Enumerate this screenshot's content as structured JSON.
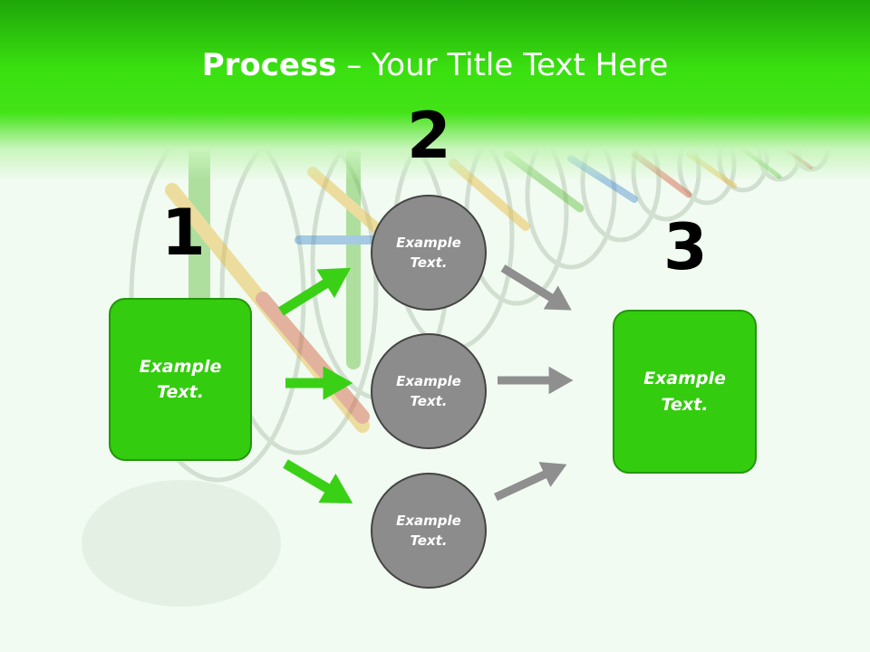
{
  "title": {
    "bold": "Process",
    "rest": " – Your Title Text Here"
  },
  "steps": {
    "one": "1",
    "two": "2",
    "three": "3"
  },
  "left_box": {
    "line1": "Example",
    "line2": "Text."
  },
  "circles": [
    {
      "line1": "Example",
      "line2": "Text."
    },
    {
      "line1": "Example",
      "line2": "Text."
    },
    {
      "line1": "Example",
      "line2": "Text."
    }
  ],
  "right_box": {
    "line1": "Example",
    "line2": "Text."
  },
  "colors": {
    "green": "#33cc0e",
    "gray": "#8c8c8c",
    "green_arrow": "#3ad016",
    "gray_arrow": "#8f8f8f"
  }
}
